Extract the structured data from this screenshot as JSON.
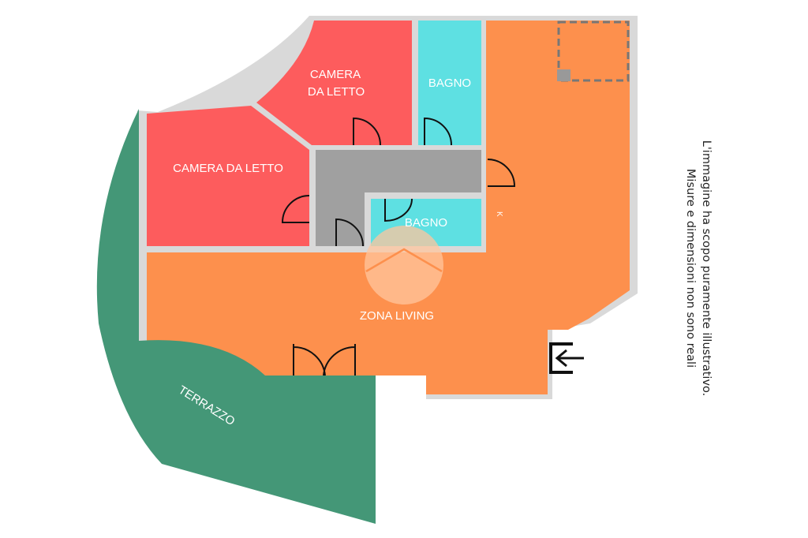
{
  "colors": {
    "bedroom": "#fd5c5d",
    "bathroom": "#5ee0e2",
    "living": "#fd904d",
    "terrace": "#449777",
    "hallway": "#a0a0a0",
    "wall": "#d9d9d9",
    "door": "#111111",
    "compass": "#ffc69e"
  },
  "rooms": {
    "bedroom_top": {
      "line1": "CAMERA",
      "line2": "DA LETTO"
    },
    "bedroom_left": {
      "label": "CAMERA DA LETTO"
    },
    "bathroom_top": {
      "label": "BAGNO"
    },
    "bathroom_small": {
      "label": "BAGNO"
    },
    "living": {
      "label": "ZONA LIVING"
    },
    "terrace": {
      "label": "TERRAZZO"
    },
    "kitchen_marker": {
      "label": "K"
    }
  },
  "disclaimer": {
    "line1": "L'immagine ha scopo puramente illustrativo.",
    "line2": "Misure e dimensioni non sono reali"
  },
  "icons": {
    "entrance": "entrance-arrow-icon",
    "compass": "compass-icon",
    "stairs": "stairs-icon"
  }
}
